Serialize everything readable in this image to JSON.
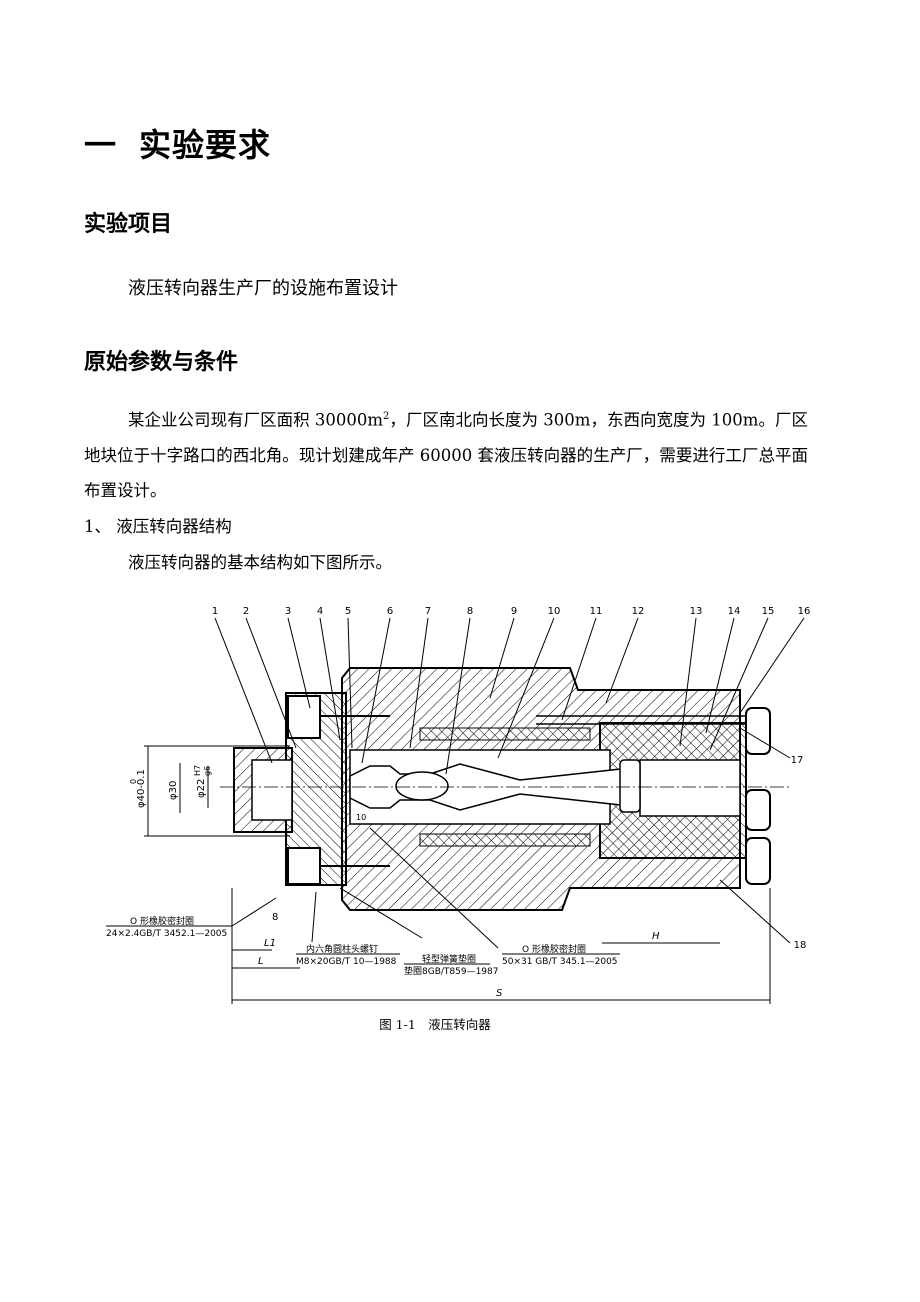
{
  "heading_main": {
    "number": "一",
    "title": "实验要求"
  },
  "section1": {
    "title": "实验项目",
    "content": "液压转向器生产厂的设施布置设计"
  },
  "section2": {
    "title": "原始参数与条件",
    "para_before_sup": "某企业公司现有厂区面积 30000m",
    "para_sup": "2",
    "para_after_sup": "，厂区南北向长度为 300m，东西向宽度为 100m。厂区地块位于十字路口的西北角。现计划建成年产 60000 套液压转向器的生产厂，需要进行工厂总平面布置设计。",
    "item1": "1、 液压转向器结构",
    "item1_text": "液压转向器的基本结构如下图所示。"
  },
  "figure": {
    "caption": "图 1-1　液压转向器",
    "part_numbers": [
      "1",
      "2",
      "3",
      "4",
      "5",
      "6",
      "7",
      "8",
      "9",
      "10",
      "11",
      "12",
      "13",
      "14",
      "15",
      "16",
      "17",
      "18"
    ],
    "dims": {
      "d40": "φ40-0.1",
      "d40_top": "0",
      "d30": "φ30",
      "d22": "φ22",
      "d22_fit_top": "H7",
      "d22_fit_bot": "g6",
      "d8": "8",
      "L1": "L1",
      "L": "L",
      "H": "H",
      "S": "S",
      "ten": "10"
    },
    "callouts": {
      "oring_left_1": "O 形橡胶密封圈",
      "oring_left_2": "24×2.4GB/T 3452.1—2005",
      "bolt_1": "内六角圆柱头螺钉",
      "bolt_2": "M8×20GB/T 10—1988",
      "washer_1": "轻型弹簧垫圈",
      "washer_2": "垫圈8GB/T859—1987",
      "oring_right_1": "O 形橡胶密封圈",
      "oring_right_2": "50×31 GB/T 345.1—2005"
    }
  }
}
